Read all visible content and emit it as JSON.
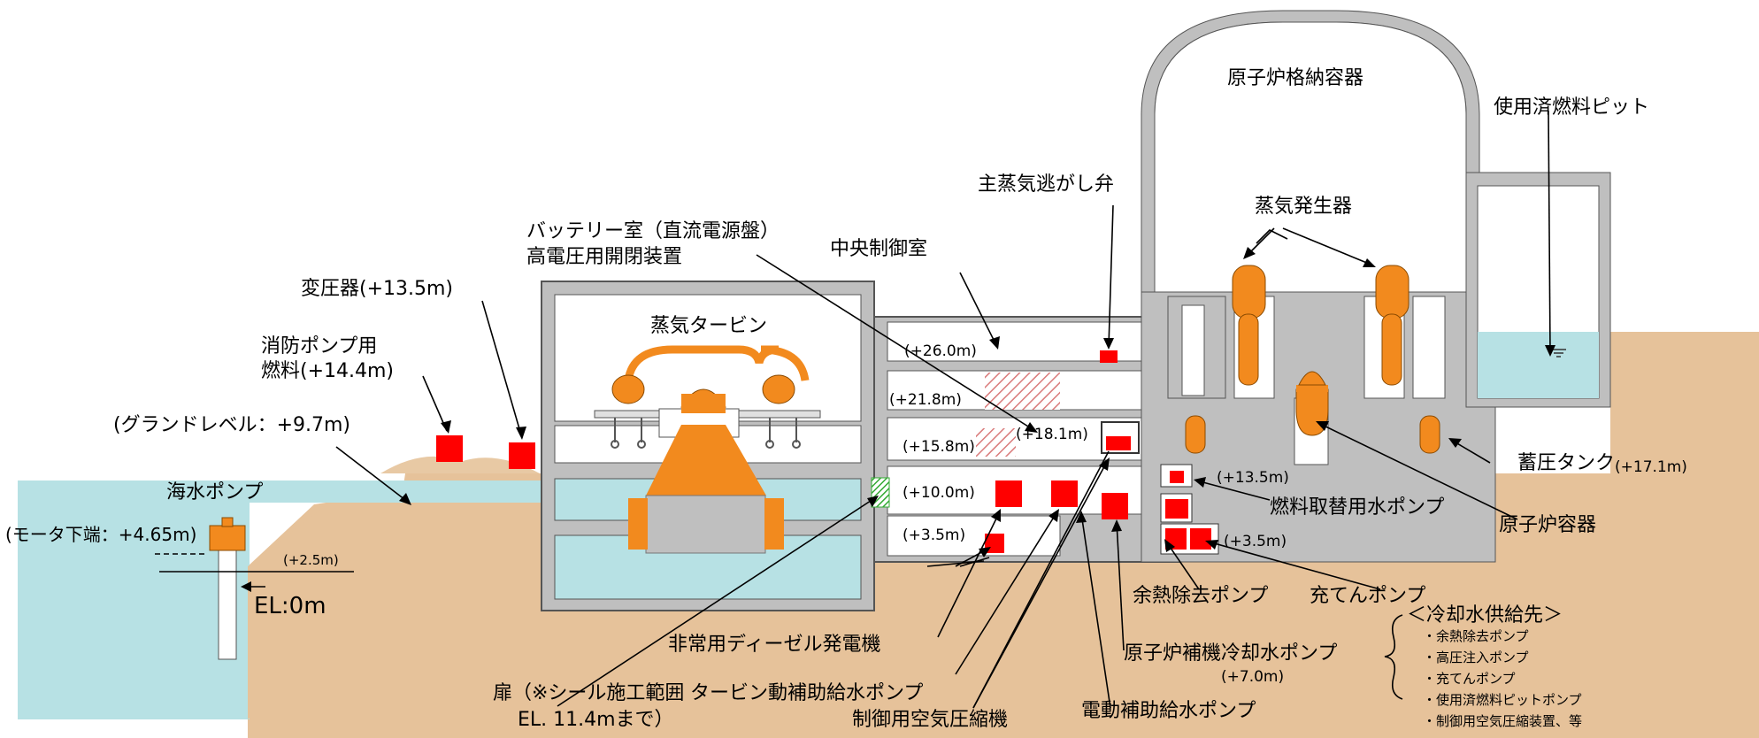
{
  "title_labels": {
    "containment_vessel": "原子炉格納容器",
    "spent_fuel_pit": "使用済燃料ピット",
    "main_steam_relief_valve": "主蒸気逃がし弁",
    "steam_generator": "蒸気発生器",
    "central_control_room": "中央制御室",
    "battery_room_line1": "バッテリー室（直流電源盤）",
    "battery_room_line2": "高電圧用開閉装置",
    "steam_turbine": "蒸気タービン",
    "transformer": "変圧器(+13.5m)",
    "fire_pump_fuel_line1": "消防ポンプ用",
    "fire_pump_fuel_line2": "燃料(+14.4m)",
    "ground_level": "(グランドレベル：+9.7m)",
    "seawater_pump": "海水ポンプ",
    "motor_bottom": "(モータ下端：+4.65m)",
    "seawall_level": "(+2.5m)",
    "el_zero": "EL:0m",
    "accumulator_tank": "蓄圧タンク",
    "accumulator_level": "(+17.1m)",
    "reactor_vessel": "原子炉容器",
    "refueling_water_pump": "燃料取替用水ポンプ",
    "residual_heat_removal_pump": "余熱除去ポンプ",
    "charging_pump": "充てんポンプ",
    "emergency_diesel_generator": "非常用ディーゼル発電機",
    "ccw_pump": "原子炉補機冷却水ポンプ",
    "ccw_pump_level": "(+7.0m)",
    "door_line1": "扉（※シール施工範囲",
    "door_line2": "EL. 11.4mまで）",
    "turbine_afw_pump": "タービン動補助給水ポンプ",
    "control_air_compressor": "制御用空気圧縮機",
    "motor_afw_pump": "電動補助給水ポンプ"
  },
  "floor_levels": [
    "(+26.0m)",
    "(+21.8m)",
    "(+15.8m)",
    "(+18.1m)",
    "(+10.0m)",
    "(+3.5m)",
    "(+13.5m)",
    "(+3.5m)"
  ],
  "cooling_water_supply": {
    "heading": "＜冷却水供給先＞",
    "items": [
      "・余熱除去ポンプ",
      "・高圧注入ポンプ",
      "・充てんポンプ",
      "・使用済燃料ピットポンプ",
      "・制御用空気圧縮装置、等"
    ]
  },
  "colors": {
    "ground": "#e6c29a",
    "sea": "#b7e1e4",
    "wall": "#bfbfbf",
    "equipment": "#ff0000",
    "steam_equipment": "#f28a1e",
    "door": "#33aa33"
  }
}
